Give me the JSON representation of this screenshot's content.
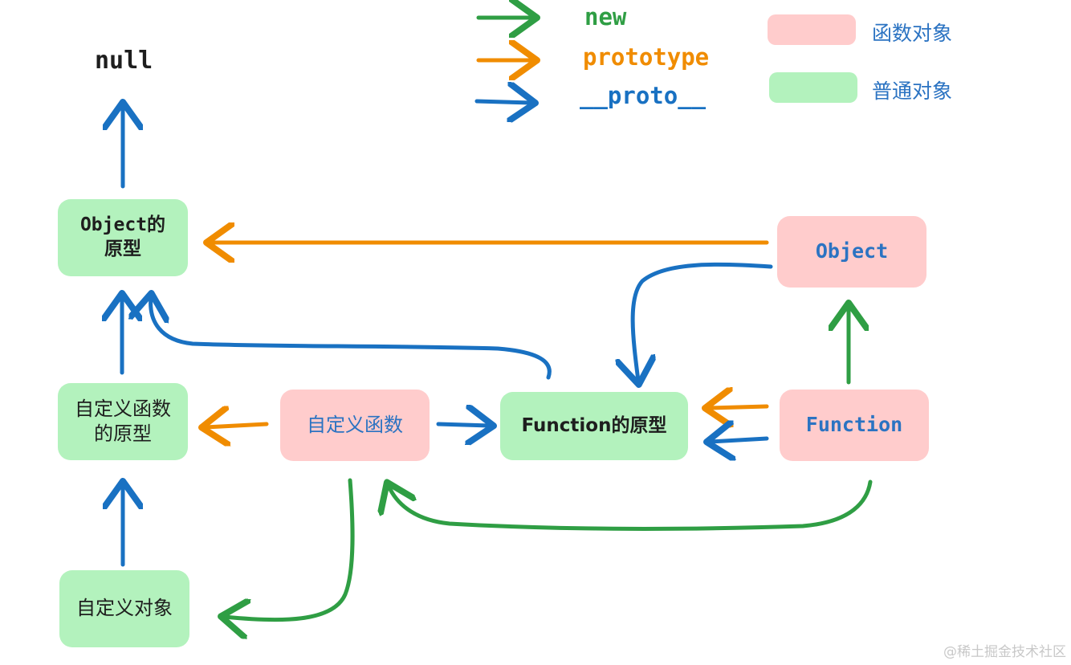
{
  "legend": {
    "arrows": [
      {
        "label": "new",
        "color": "#2f9e44"
      },
      {
        "label": "prototype",
        "color": "#f08c00"
      },
      {
        "label": "__proto__",
        "color": "#1971c2"
      }
    ],
    "kinds": [
      {
        "label": "函数对象",
        "color": "#ffcccc"
      },
      {
        "label": "普通对象",
        "color": "#b3f2bd"
      }
    ]
  },
  "nodes": {
    "null": "null",
    "object_prototype": [
      "Object的",
      "原型"
    ],
    "object": "Object",
    "custom_fn_prototype": [
      "自定义函数",
      "的原型"
    ],
    "custom_fn": "自定义函数",
    "function_prototype": "Function的原型",
    "function": "Function",
    "custom_object": "自定义对象"
  },
  "watermark": "@稀土掘金技术社区"
}
